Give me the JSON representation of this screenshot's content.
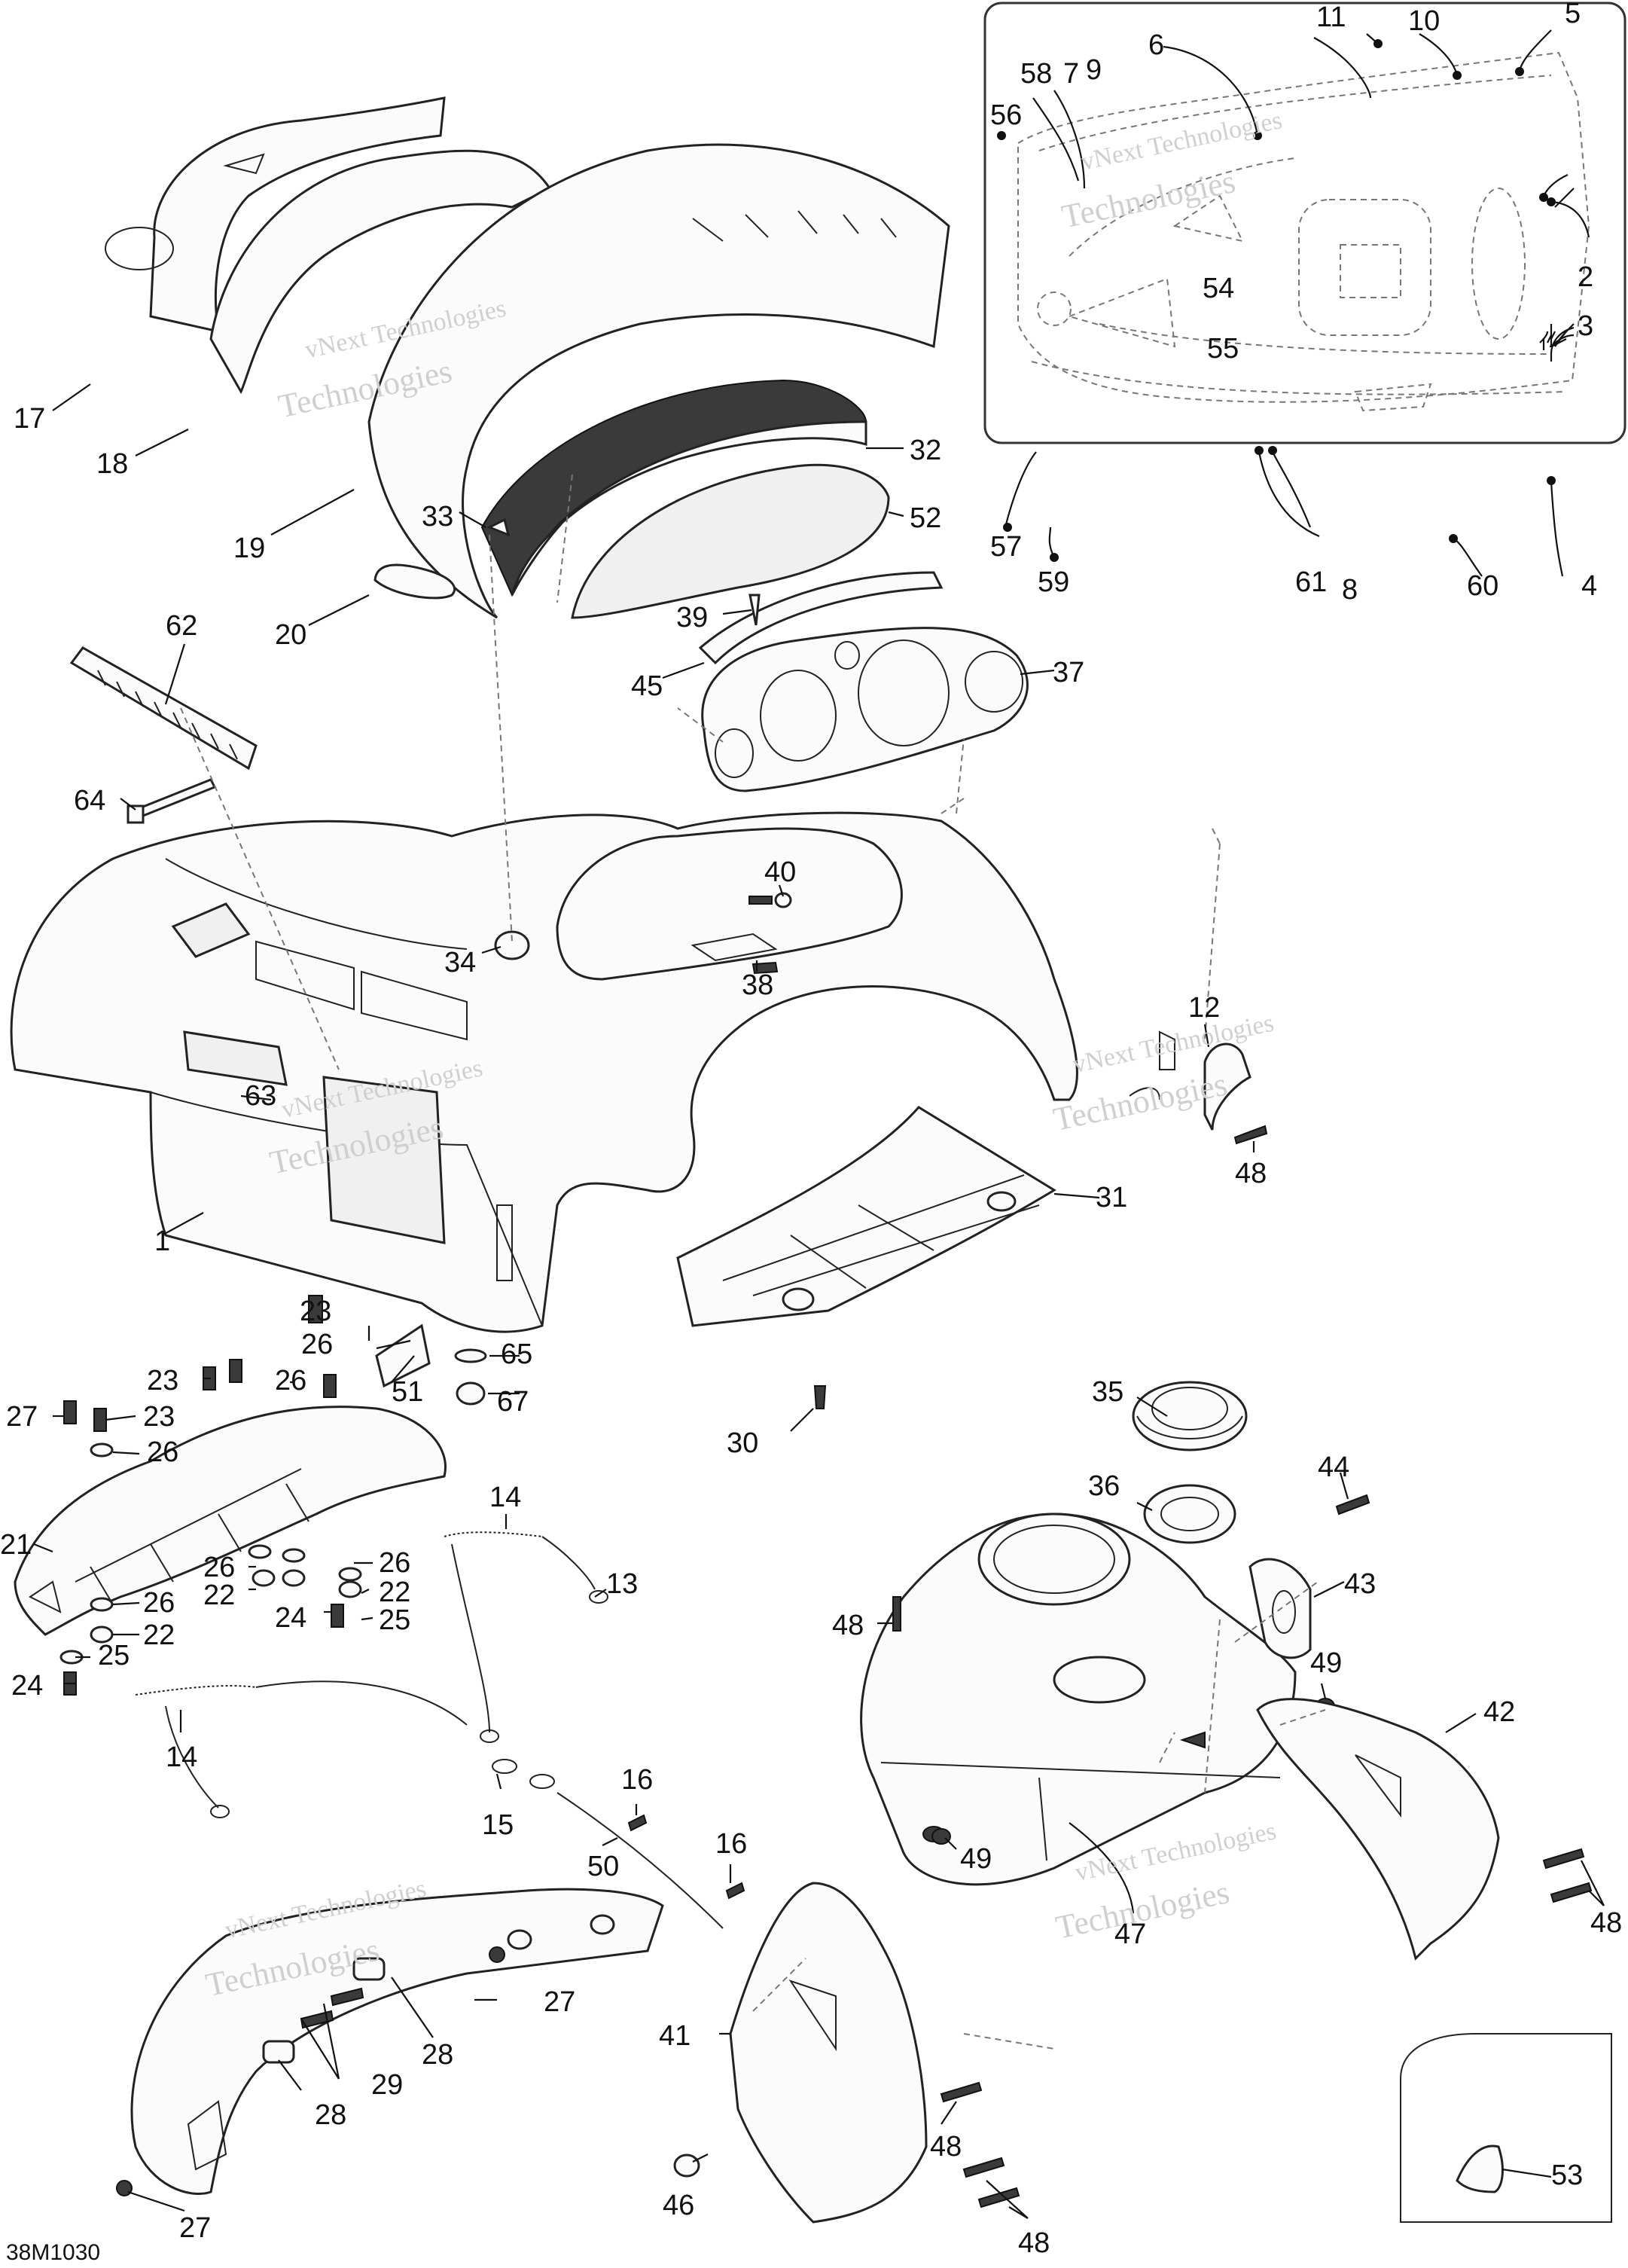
{
  "diagram_code": "38M1030",
  "watermark": {
    "line1": "vNext Technologies",
    "line2": "Technologies"
  },
  "callouts": [
    {
      "id": "c17",
      "text": "17"
    },
    {
      "id": "c18",
      "text": "18"
    },
    {
      "id": "c19",
      "text": "19"
    },
    {
      "id": "c20",
      "text": "20"
    },
    {
      "id": "c33",
      "text": "33"
    },
    {
      "id": "c32",
      "text": "32"
    },
    {
      "id": "c52",
      "text": "52"
    },
    {
      "id": "c39",
      "text": "39"
    },
    {
      "id": "c45",
      "text": "45"
    },
    {
      "id": "c37",
      "text": "37"
    },
    {
      "id": "c62",
      "text": "62"
    },
    {
      "id": "c64",
      "text": "64"
    },
    {
      "id": "c40",
      "text": "40"
    },
    {
      "id": "c34",
      "text": "34"
    },
    {
      "id": "c38",
      "text": "38"
    },
    {
      "id": "c12",
      "text": "12"
    },
    {
      "id": "c48a",
      "text": "48"
    },
    {
      "id": "c31",
      "text": "31"
    },
    {
      "id": "c63",
      "text": "63"
    },
    {
      "id": "c1",
      "text": "1"
    },
    {
      "id": "c23a",
      "text": "23"
    },
    {
      "id": "c26a",
      "text": "26"
    },
    {
      "id": "c65",
      "text": "65"
    },
    {
      "id": "c67",
      "text": "67"
    },
    {
      "id": "c51",
      "text": "51"
    },
    {
      "id": "c23b",
      "text": "23"
    },
    {
      "id": "c26b",
      "text": "26"
    },
    {
      "id": "c27a",
      "text": "27"
    },
    {
      "id": "c23c",
      "text": "23"
    },
    {
      "id": "c26c",
      "text": "26"
    },
    {
      "id": "c21",
      "text": "21"
    },
    {
      "id": "c26d",
      "text": "26"
    },
    {
      "id": "c22a",
      "text": "22"
    },
    {
      "id": "c26e",
      "text": "26"
    },
    {
      "id": "c22b",
      "text": "22"
    },
    {
      "id": "c25a",
      "text": "25"
    },
    {
      "id": "c24a",
      "text": "24"
    },
    {
      "id": "c26f",
      "text": "26"
    },
    {
      "id": "c22c",
      "text": "22"
    },
    {
      "id": "c25b",
      "text": "25"
    },
    {
      "id": "c24b",
      "text": "24"
    },
    {
      "id": "c14a",
      "text": "14"
    },
    {
      "id": "c13",
      "text": "13"
    },
    {
      "id": "c14b",
      "text": "14"
    },
    {
      "id": "c15",
      "text": "15"
    },
    {
      "id": "c16a",
      "text": "16"
    },
    {
      "id": "c50",
      "text": "50"
    },
    {
      "id": "c16b",
      "text": "16"
    },
    {
      "id": "c30",
      "text": "30"
    },
    {
      "id": "c35",
      "text": "35"
    },
    {
      "id": "c36",
      "text": "36"
    },
    {
      "id": "c44",
      "text": "44"
    },
    {
      "id": "c43",
      "text": "43"
    },
    {
      "id": "c48b",
      "text": "48"
    },
    {
      "id": "c49a",
      "text": "49"
    },
    {
      "id": "c42",
      "text": "42"
    },
    {
      "id": "c49b",
      "text": "49"
    },
    {
      "id": "c47",
      "text": "47"
    },
    {
      "id": "c48c",
      "text": "48"
    },
    {
      "id": "c27b",
      "text": "27"
    },
    {
      "id": "c28a",
      "text": "28"
    },
    {
      "id": "c29",
      "text": "29"
    },
    {
      "id": "c28b",
      "text": "28"
    },
    {
      "id": "c41",
      "text": "41"
    },
    {
      "id": "c48d",
      "text": "48"
    },
    {
      "id": "c46",
      "text": "46"
    },
    {
      "id": "c48e",
      "text": "48"
    },
    {
      "id": "c53",
      "text": "53"
    },
    {
      "id": "c27c",
      "text": "27"
    },
    {
      "id": "c11",
      "text": "11"
    },
    {
      "id": "c10",
      "text": "10"
    },
    {
      "id": "c5",
      "text": "5"
    },
    {
      "id": "c6",
      "text": "6"
    },
    {
      "id": "c58",
      "text": "58"
    },
    {
      "id": "c7",
      "text": "7"
    },
    {
      "id": "c9",
      "text": "9"
    },
    {
      "id": "c56",
      "text": "56"
    },
    {
      "id": "c2",
      "text": "2"
    },
    {
      "id": "c54",
      "text": "54"
    },
    {
      "id": "c55",
      "text": "55"
    },
    {
      "id": "c3",
      "text": "3"
    },
    {
      "id": "c57",
      "text": "57"
    },
    {
      "id": "c59",
      "text": "59"
    },
    {
      "id": "c61",
      "text": "61"
    },
    {
      "id": "c8",
      "text": "8"
    },
    {
      "id": "c60",
      "text": "60"
    },
    {
      "id": "c4",
      "text": "4"
    }
  ]
}
